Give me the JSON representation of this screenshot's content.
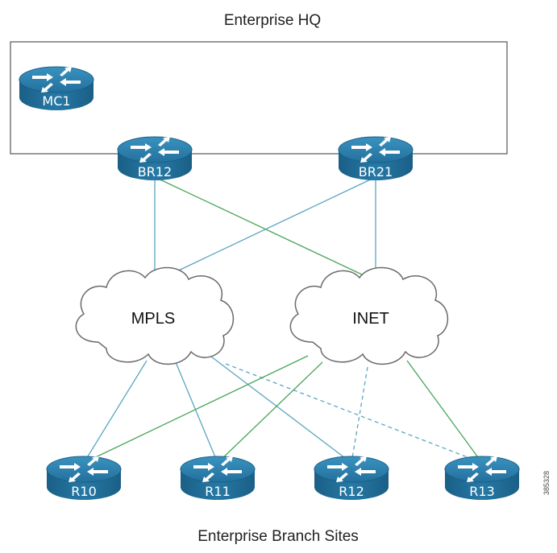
{
  "hq_label": "Enterprise HQ",
  "branch_label": "Enterprise Branch Sites",
  "side_id": "385328",
  "clouds": {
    "mpls": "MPLS",
    "inet": "INET"
  },
  "routers": {
    "mc1": "MC1",
    "br12": "BR12",
    "br21": "BR21",
    "r10": "R10",
    "r11": "R11",
    "r12": "R12",
    "r13": "R13"
  },
  "colors": {
    "router_body": "#1f6f9b",
    "router_top": "#2f86b3",
    "link_blue": "#5aa5c2",
    "link_green": "#4aa55a",
    "link_dashed": "#5aa5c2",
    "box_border": "#555555"
  }
}
